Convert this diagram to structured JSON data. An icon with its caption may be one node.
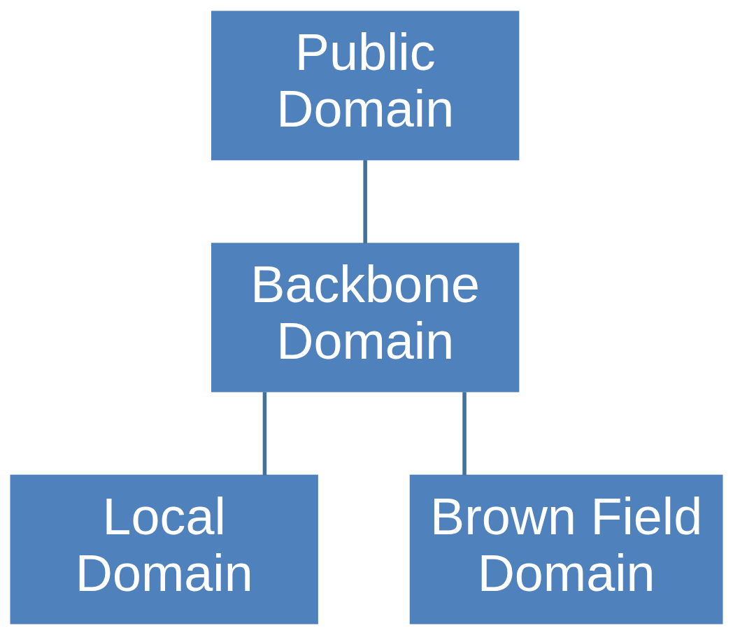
{
  "diagram": {
    "nodes": [
      {
        "text": [
          "Public Domain"
        ]
      },
      {
        "text": [
          "Backbone Domain"
        ]
      },
      {
        "text": [
          "Local Domain"
        ]
      },
      {
        "text": [
          "Brown Field Domain"
        ]
      }
    ],
    "edges": [
      {
        "from": 0,
        "to": 1,
        "arrow": "none"
      },
      {
        "from": 1,
        "to": 2,
        "arrow": "none"
      },
      {
        "from": 1,
        "to": 3,
        "arrow": "none"
      }
    ]
  }
}
